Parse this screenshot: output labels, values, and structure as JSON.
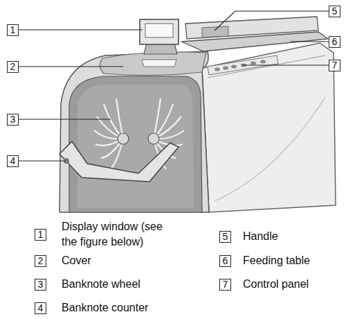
{
  "diagram": {
    "nodes": [
      {
        "text": [
          "5"
        ]
      },
      {
        "text": [
          "1"
        ]
      },
      {
        "text": [
          "6"
        ]
      },
      {
        "text": [
          "2"
        ]
      },
      {
        "text": [
          "7"
        ]
      },
      {
        "text": [
          "3"
        ]
      },
      {
        "text": [
          "4"
        ]
      },
      {
        "text": [
          "1",
          "Display window (see the figure below)"
        ]
      },
      {
        "text": [
          "5",
          "Handle"
        ]
      },
      {
        "text": [
          "2",
          "Cover"
        ]
      },
      {
        "text": [
          "6",
          "Feeding table"
        ]
      },
      {
        "text": [
          "3",
          "Banknote wheel"
        ]
      },
      {
        "text": [
          "7",
          "Control panel"
        ]
      },
      {
        "text": [
          "4",
          "Banknote counter"
        ]
      }
    ]
  }
}
